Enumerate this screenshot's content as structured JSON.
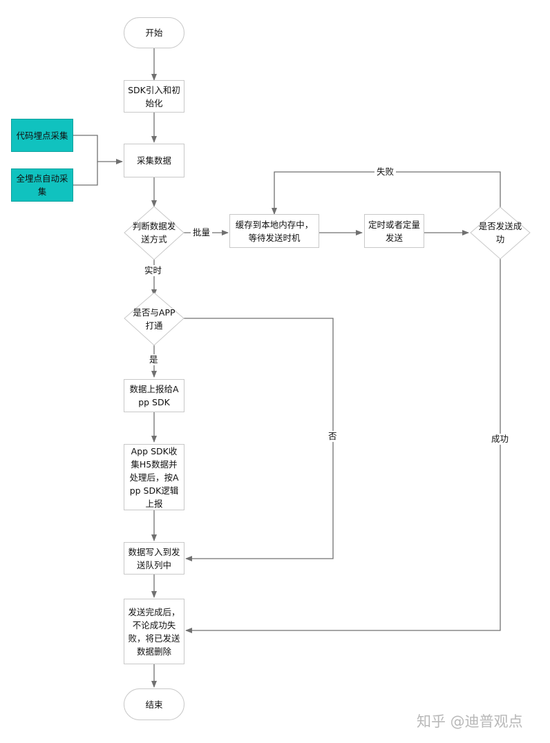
{
  "nodes": {
    "start": "开始",
    "sdk_init": "SDK引入和初始化",
    "code_collect": "代码埋点采集",
    "auto_collect": "全埋点自动采集",
    "collect_data": "采集数据",
    "judge_mode": "判断数据发送方式",
    "cache": "缓存到本地内存中，等待发送时机",
    "timed_send": "定时或者定量发送",
    "send_success": "是否发送成功",
    "app_connected": "是否与APP打通",
    "report_to_app": "数据上报给App SDK",
    "app_process": "App SDK收集H5数据并处理后，按App SDK逻辑上报",
    "write_queue": "数据写入到发送队列中",
    "after_send": "发送完成后，不论成功失败，将已发送数据删除",
    "end": "结束"
  },
  "edge_labels": {
    "batch": "批量",
    "realtime": "实时",
    "yes": "是",
    "no": "否",
    "fail": "失败",
    "success": "成功"
  },
  "colors": {
    "teal": "#10c2bf",
    "line": "#707070",
    "border": "#c8c8c8"
  },
  "watermark": "知乎 @迪普观点"
}
